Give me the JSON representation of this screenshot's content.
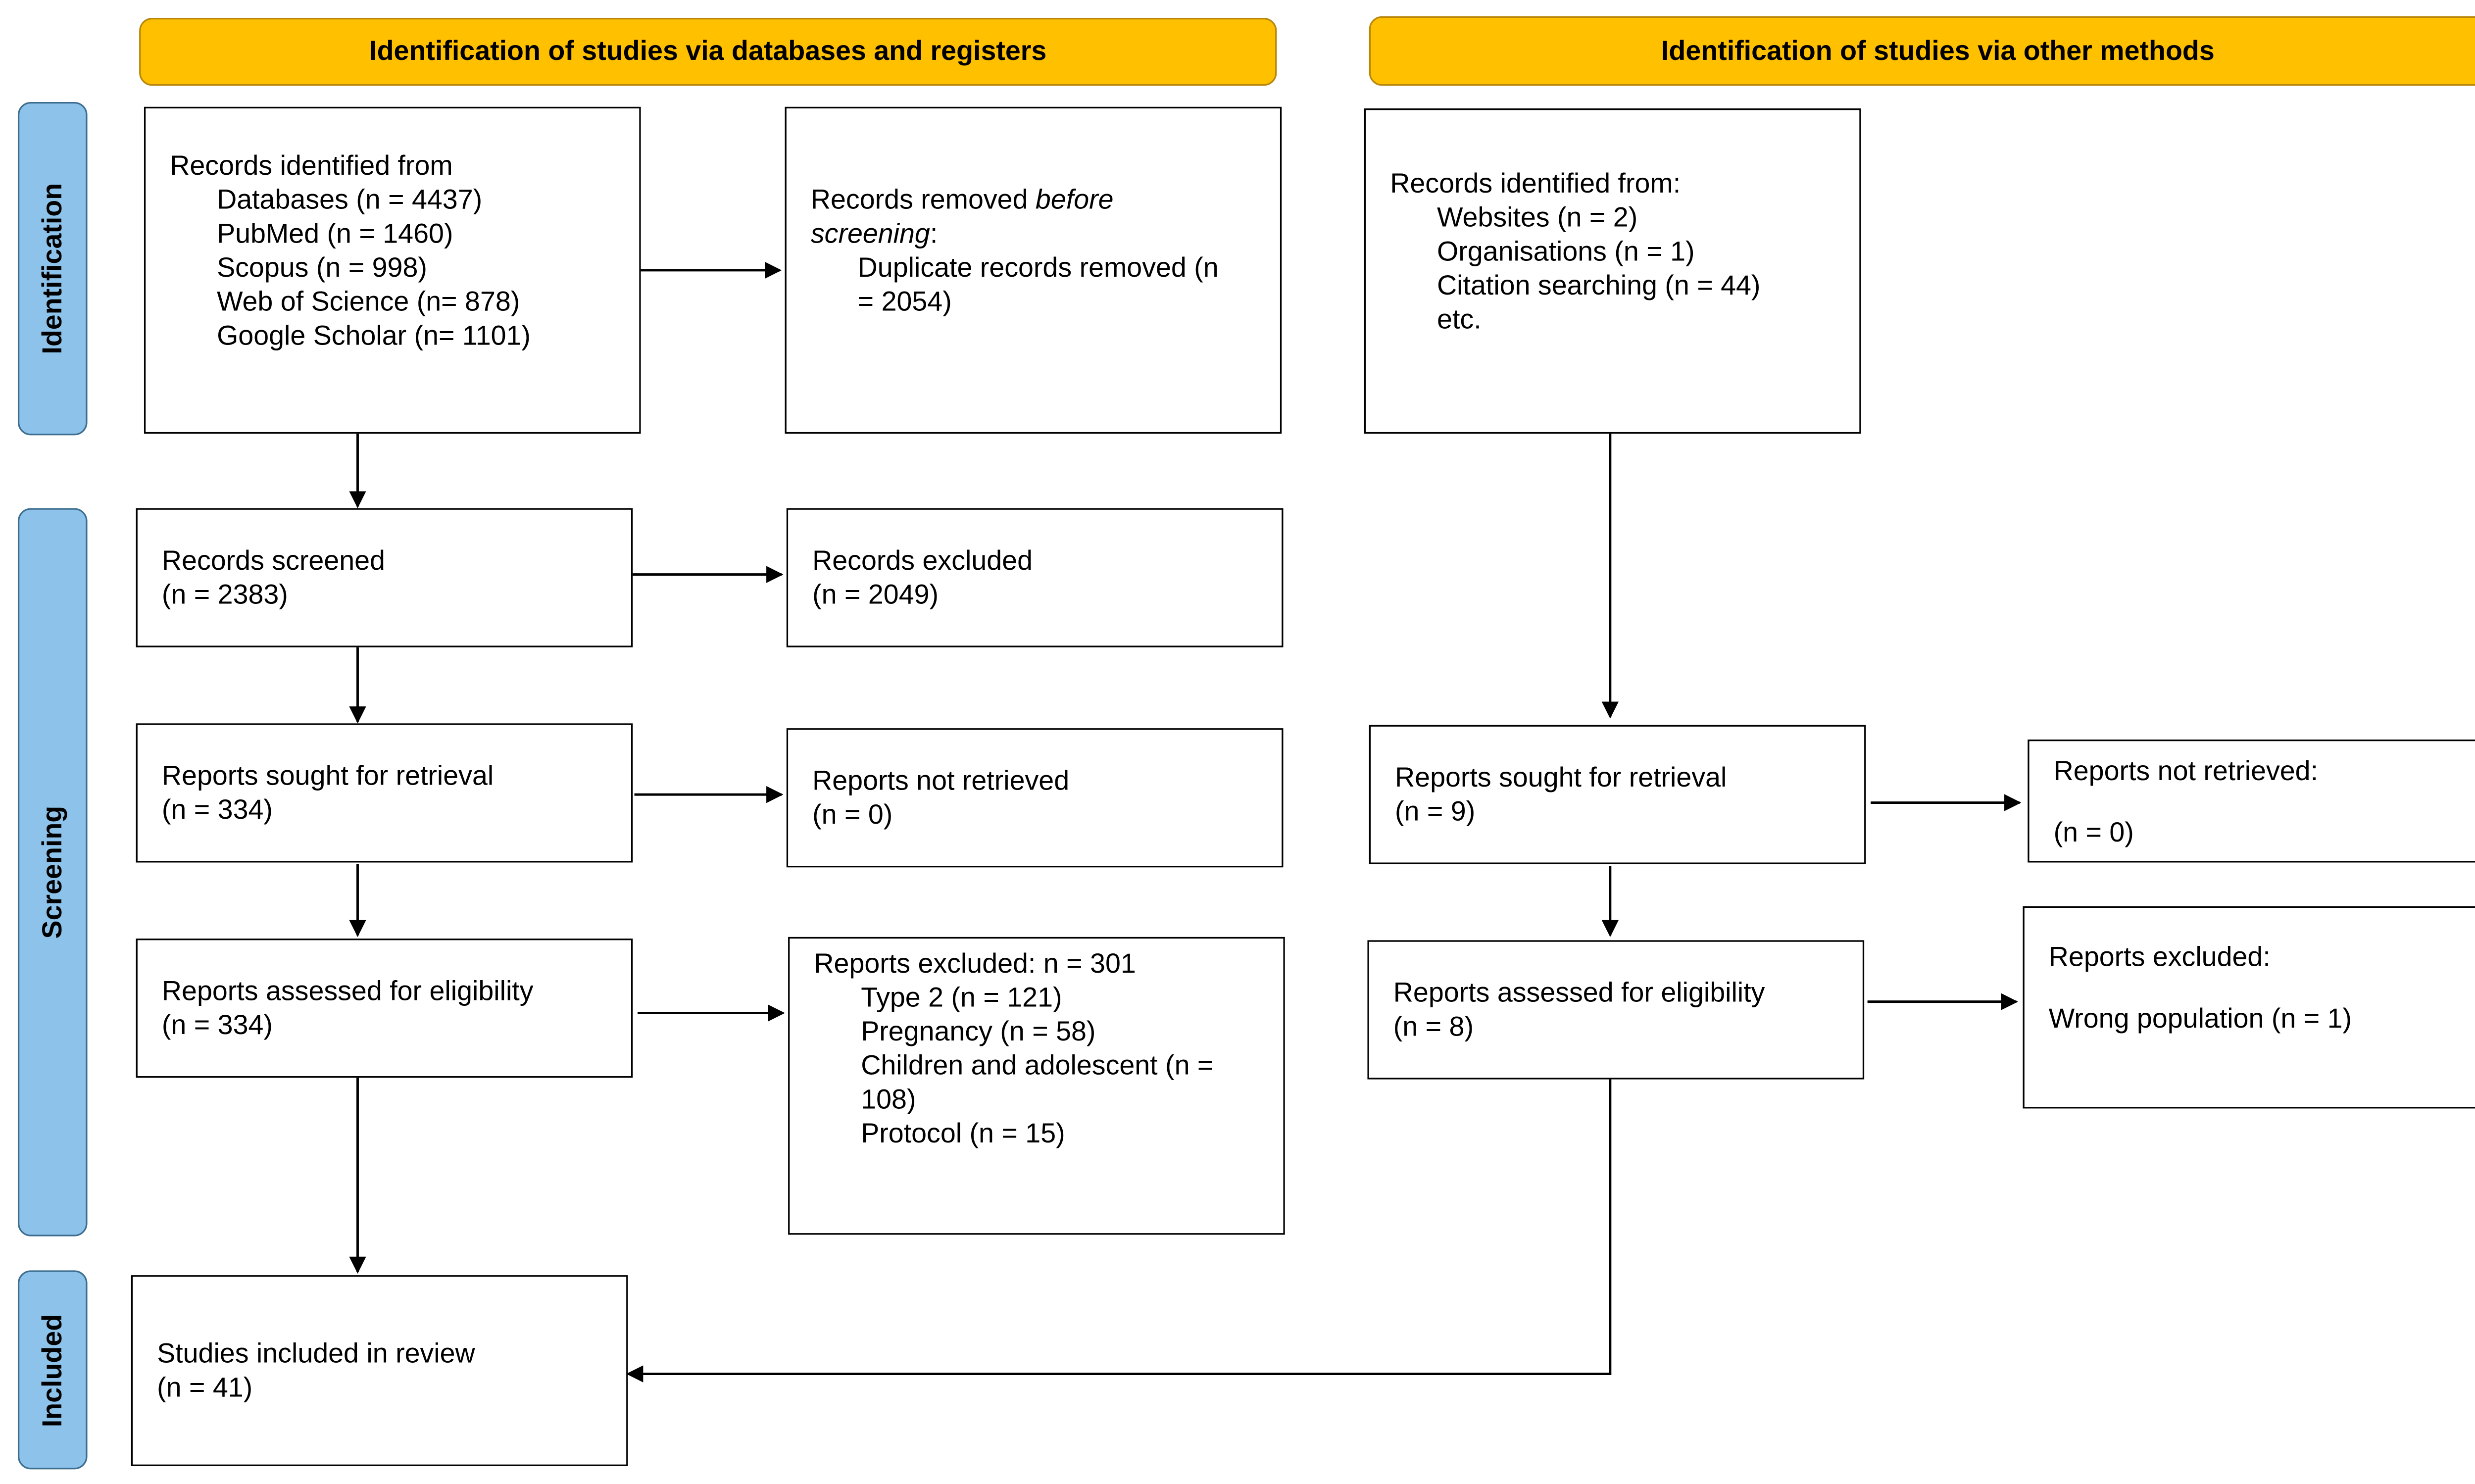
{
  "headers": {
    "databases": "Identification of studies via databases and registers",
    "other": "Identification of studies via other methods"
  },
  "phases": {
    "identification": "Identification",
    "screening": "Screening",
    "included": "Included"
  },
  "db": {
    "identified": {
      "title": "Records identified from",
      "items": [
        "Databases (n = 4437)",
        "PubMed (n = 1460)",
        "Scopus (n = 998)",
        "Web of Science (n= 878)",
        "Google Scholar (n= 1101)"
      ]
    },
    "removed": {
      "line1_a": "Records removed ",
      "line1_b": "before",
      "line2": "screening",
      "line2_colon": ":",
      "detail_1": "Duplicate records removed (n",
      "detail_2": "= 2054)"
    },
    "screened": {
      "title": "Records screened",
      "n": "(n = 2383)"
    },
    "excluded": {
      "title": "Records excluded",
      "n": "(n = 2049)"
    },
    "sought": {
      "title": "Reports sought for retrieval",
      "n": "(n = 334)"
    },
    "not_retrieved": {
      "title": "Reports not retrieved",
      "n": "(n = 0)"
    },
    "assessed": {
      "title": "Reports assessed for eligibility",
      "n": "(n = 334)"
    },
    "reports_excluded": {
      "title": "Reports excluded: n = 301",
      "items": [
        "Type 2 (n = 121)",
        "Pregnancy (n = 58)",
        "Children and adolescent (n =",
        "108)",
        "Protocol (n = 15)"
      ]
    },
    "included": {
      "title": "Studies included in review",
      "n": "(n = 41)"
    }
  },
  "other": {
    "identified": {
      "title": "Records identified from:",
      "items": [
        "Websites (n = 2)",
        "Organisations (n = 1)",
        "Citation searching (n = 44)",
        "etc."
      ]
    },
    "sought": {
      "title": "Reports sought for retrieval",
      "n": "(n = 9)"
    },
    "not_retrieved": {
      "title": "Reports not retrieved:",
      "n": "(n = 0)"
    },
    "assessed": {
      "title": "Reports assessed for eligibility",
      "n": "(n = 8)"
    },
    "excluded": {
      "title": "Reports excluded:",
      "detail": "Wrong population (n = 1)"
    }
  }
}
